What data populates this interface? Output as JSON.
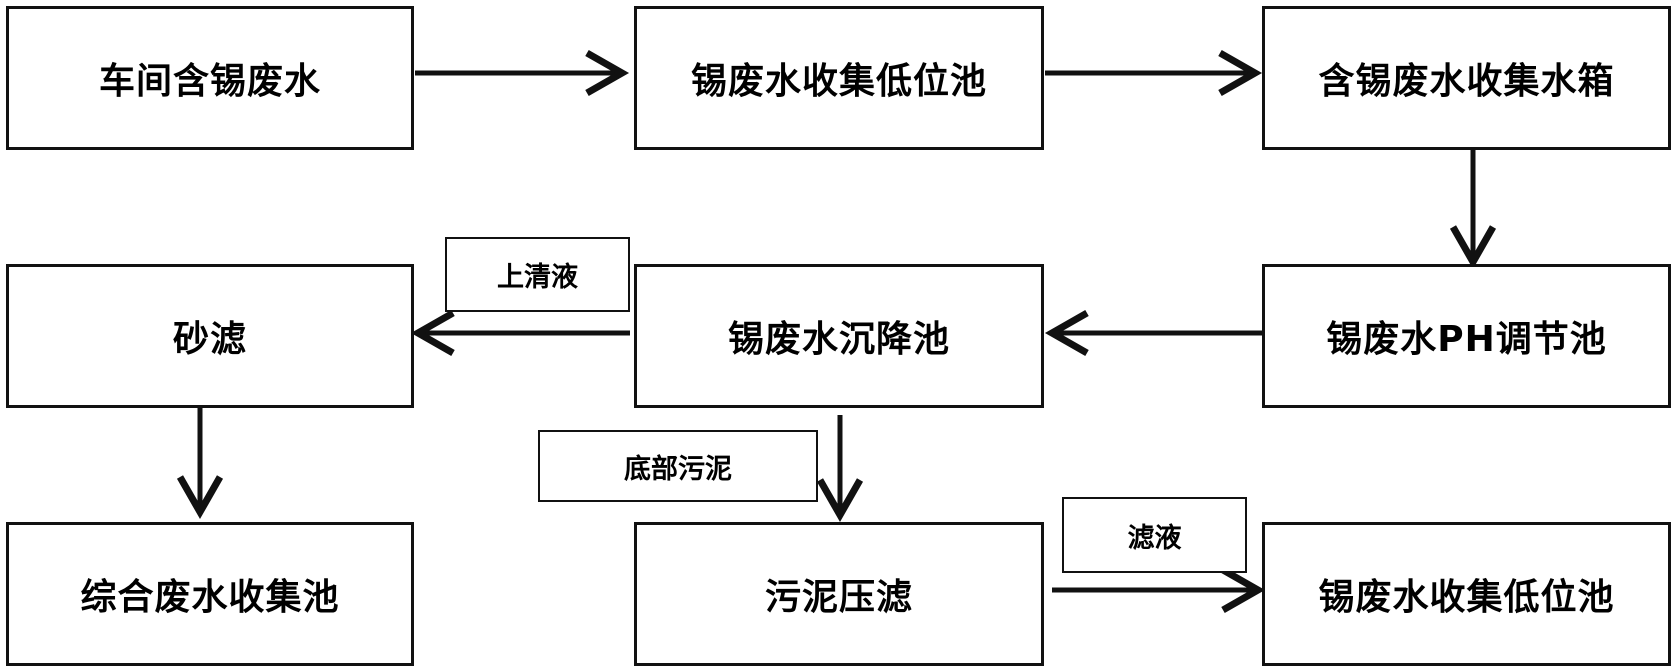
{
  "nodes": {
    "workshop_tin_wastewater": "车间含锡废水",
    "tin_collection_low_pool_1": "锡废水收集低位池",
    "tin_collection_tank": "含锡废水收集水箱",
    "tin_ph_adjust_pool": "锡废水PH调节池",
    "tin_sedimentation_pool": "锡废水沉降池",
    "sand_filter": "砂滤",
    "comprehensive_collection_pool": "综合废水收集池",
    "sludge_press_filter": "污泥压滤",
    "tin_collection_low_pool_2": "锡废水收集低位池"
  },
  "edge_labels": {
    "supernatant": "上清液",
    "bottom_sludge": "底部污泥",
    "filtrate": "滤液"
  }
}
